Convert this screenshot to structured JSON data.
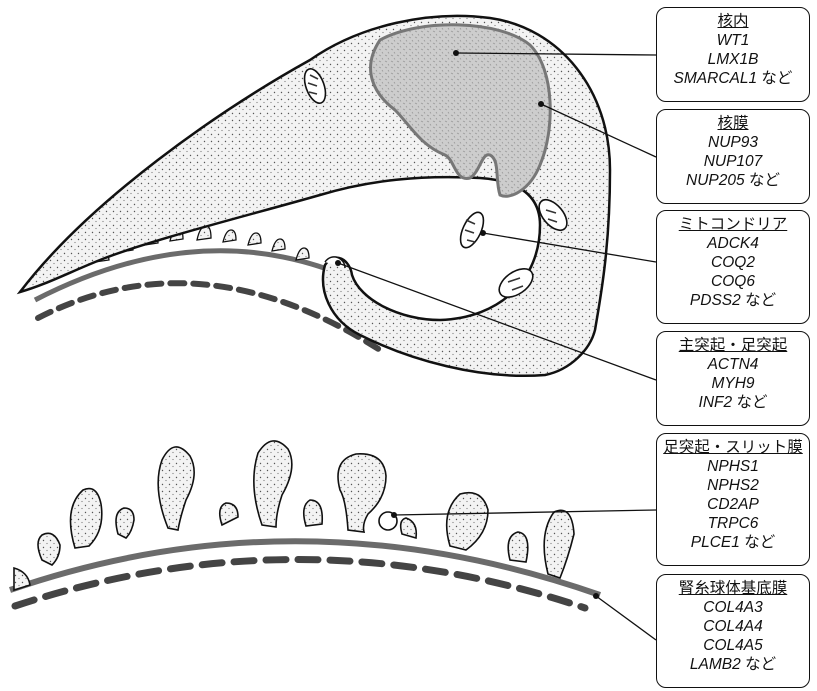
{
  "colors": {
    "stroke": "#111111",
    "membrane": "#6b6b6b",
    "nucleus_fill": "#c9c9c9",
    "cell_fill": "#f4f4f4",
    "background": "#ffffff"
  },
  "labels": [
    {
      "title": "核内",
      "genes": [
        "WT1",
        "LMX1B",
        "SMARCAL1"
      ],
      "suffix": "など"
    },
    {
      "title": "核膜",
      "genes": [
        "NUP93",
        "NUP107",
        "NUP205"
      ],
      "suffix": "など"
    },
    {
      "title": "ミトコンドリア",
      "genes": [
        "ADCK4",
        "COQ2",
        "COQ6",
        "PDSS2"
      ],
      "suffix": "など"
    },
    {
      "title": "主突起・足突起",
      "genes": [
        "ACTN4",
        "MYH9",
        "INF2"
      ],
      "suffix": "など"
    },
    {
      "title": "足突起・スリット膜",
      "genes": [
        "NPHS1",
        "NPHS2",
        "CD2AP",
        "TRPC6",
        "PLCE1"
      ],
      "suffix": "など"
    },
    {
      "title": "腎糸球体基底膜",
      "genes": [
        "COL4A3",
        "COL4A4",
        "COL4A5",
        "LAMB2"
      ],
      "suffix": "など"
    }
  ]
}
